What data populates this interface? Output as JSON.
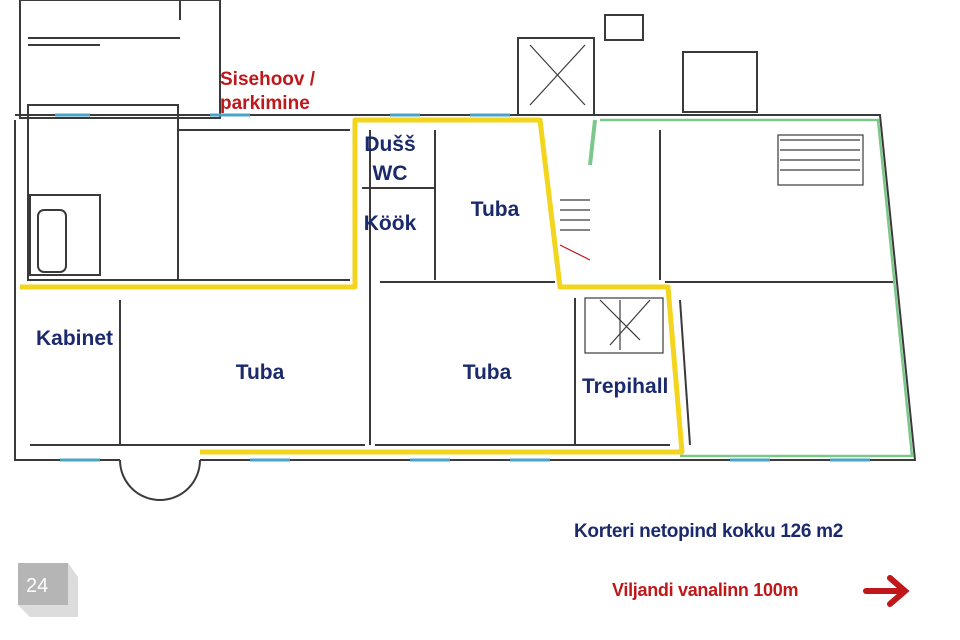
{
  "plan": {
    "courtyard_label": [
      "Sisehoov /",
      "parkimine"
    ],
    "rooms": {
      "shower_wc": [
        "Dušš",
        "WC"
      ],
      "kitchen": "Köök",
      "room_north": "Tuba",
      "study": "Kabinet",
      "room_west": "Tuba",
      "room_middle": "Tuba",
      "stairwell": "Trepihall"
    },
    "colors": {
      "highlight": "#f2d51c",
      "neighbor": "#7cc88a",
      "wall": "#3a3a3a",
      "window": "#4aa3c8",
      "label": "#1a2a6c",
      "accent": "#c0171a"
    }
  },
  "footer": {
    "total_area": "Korteri netopind kokku 126 m2",
    "old_town": "Viljandi vanalinn 100m",
    "page_number": "24"
  }
}
